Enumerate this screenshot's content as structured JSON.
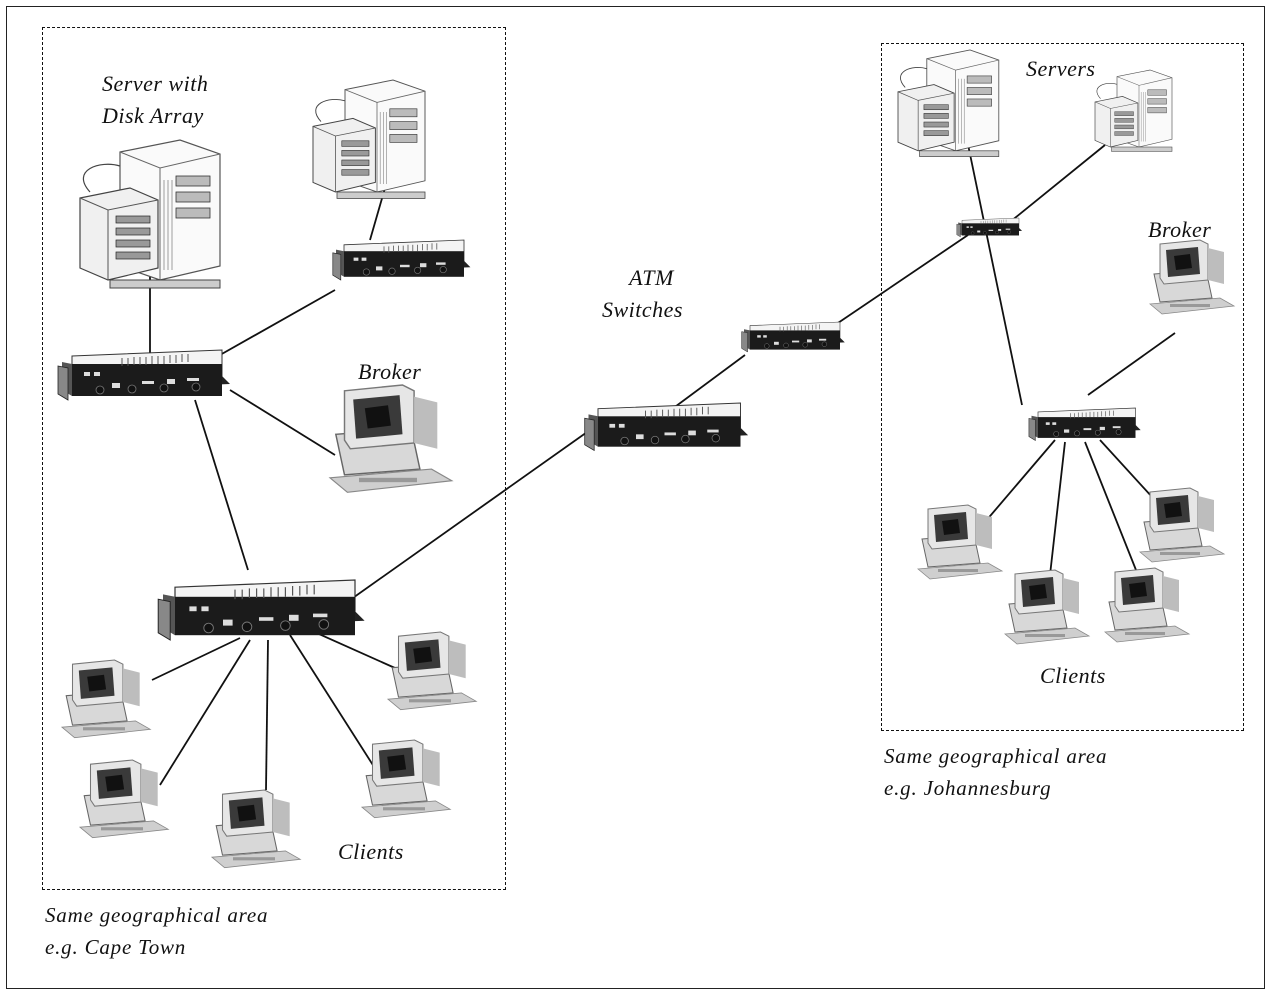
{
  "labels": {
    "ct_server": [
      "Server with",
      "Disk Array"
    ],
    "ct_broker": "Broker",
    "ct_clients": "Clients",
    "ct_area": [
      "Same geographical area",
      "e.g. Cape Town"
    ],
    "atm": [
      "ATM",
      "Switches"
    ],
    "jb_servers": "Servers",
    "jb_broker": "Broker",
    "jb_clients": "Clients",
    "jb_area": [
      "Same geographical area",
      "e.g. Johannesburg"
    ]
  },
  "icons": {
    "server": "server-tower-icon",
    "switch": "atm-switch-icon",
    "workstation": "desktop-computer-icon"
  },
  "colors": {
    "line": "#111111",
    "switch_body": "#1b1b1b",
    "device_outline": "#8a8a8a"
  }
}
